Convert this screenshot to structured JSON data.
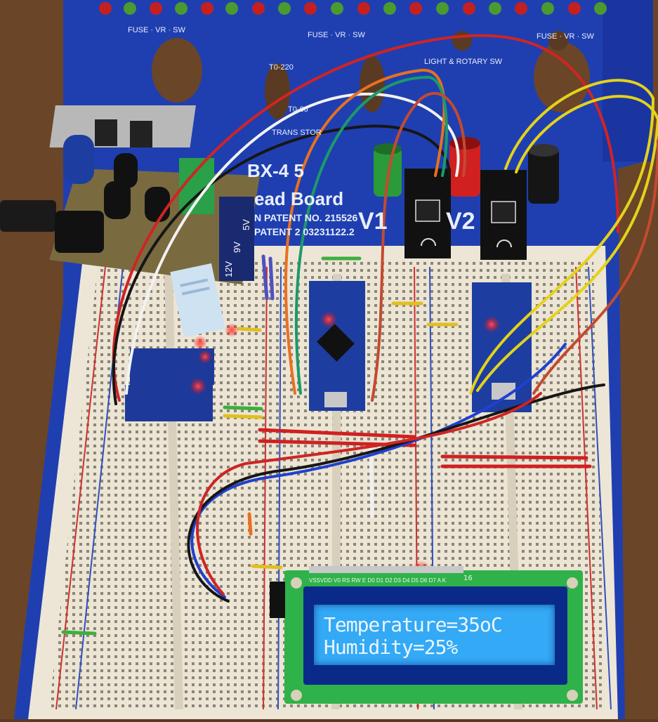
{
  "board": {
    "title_line1": "BX-4   5",
    "title_line2": "ead Board",
    "patent1": "N PATENT NO. 215526",
    "patent2": "PATENT  2 03231122.2",
    "fuse_labels": [
      "FUSE · VR · SW",
      "FUSE · VR · SW",
      "FUSE · VR · SW"
    ],
    "to220_label": "T0-220",
    "to66_label": "T0-66",
    "trans_label": "TRANS  STOR",
    "light_label": "LIGHT & ROTARY SW",
    "v1_label": "V1",
    "v2_label": "V2"
  },
  "power_module": {
    "volt_12": "12V",
    "volt_9": "9V",
    "volt_5": "5V"
  },
  "lcd": {
    "pin_labels": "VSSVDD V0 RS RW  E  D0  D1  D2  D3  D4  D5  D6  D7  A  K",
    "pin_count": "16",
    "line1": "Temperature=35oC",
    "line2": "Humidity=25%",
    "backlight_color": "#34a9f5",
    "pcb_color": "#2fb24a"
  },
  "colors": {
    "panel_blue": "#1f3fb0",
    "breadboard": "#ede6d6",
    "led_red": "#ff2a2a"
  }
}
